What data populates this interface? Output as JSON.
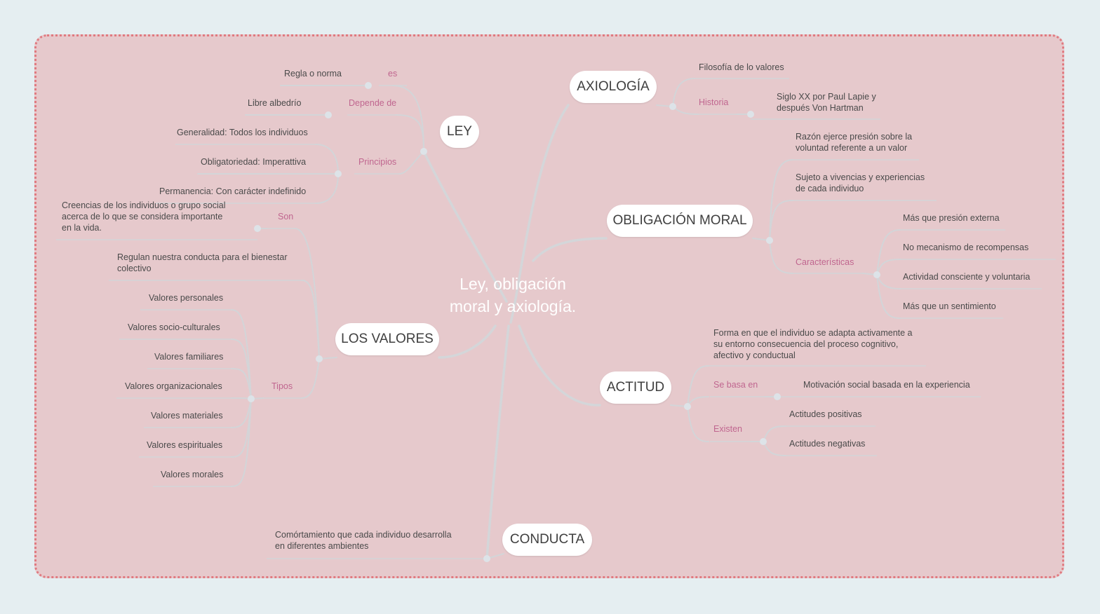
{
  "center_title": [
    "Ley, obligación",
    "moral y axiología."
  ],
  "topics": {
    "ley": "LEY",
    "axiologia": "AXIOLOGÍA",
    "obligacion": "OBLIGACIÓN MORAL",
    "valores": "LOS VALORES",
    "actitud": "ACTITUD",
    "conducta": "CONDUCTA"
  },
  "ley": {
    "es_label": "es",
    "es_value": "Regla o norma",
    "depende_label": "Depende de",
    "depende_value": "Libre albedrío",
    "principios_label": "Principios",
    "principios": [
      "Generalidad: Todos los individuos",
      "Obligatoriedad: Imperattiva",
      "Permanencia: Con carácter indefinido"
    ]
  },
  "axiologia": {
    "definition": "Filosofía de lo valores",
    "historia_label": "Historia",
    "historia": [
      "Siglo XX por Paul Lapie y",
      "después Von Hartman"
    ]
  },
  "obligacion": {
    "item1": [
      "Razón ejerce presión sobre la",
      "voluntad referente a un valor"
    ],
    "item2": [
      "Sujeto a vivencias y experiencias",
      "de cada individuo"
    ],
    "caracteristicas_label": "Características",
    "caracteristicas": [
      "Más que presión externa",
      "No mecanismo de recompensas",
      "Actividad consciente y voluntaria",
      "Más que un sentimiento"
    ]
  },
  "valores": {
    "son_label": "Son",
    "son": [
      "Creencias de los individuos o grupo social",
      "acerca de lo que se considera importante",
      "en la vida."
    ],
    "regulan": [
      "Regulan nuestra conducta para el bienestar",
      "colectivo"
    ],
    "tipos_label": "Tipos",
    "tipos": [
      "Valores personales",
      "Valores socio-culturales",
      "Valores familiares",
      "Valores organizacionales",
      "Valores materiales",
      "Valores espirituales",
      "Valores morales"
    ]
  },
  "actitud": {
    "definition": [
      "Forma en que el individuo se adapta activamente a",
      "su entorno consecuencia del proceso cognitivo,",
      "afectivo y conductual"
    ],
    "se_basa_label": "Se basa en",
    "se_basa_value": "Motivación social basada en la experiencia",
    "existen_label": "Existen",
    "existen": [
      "Actitudes positivas",
      "Actitudes negativas"
    ]
  },
  "conducta": {
    "definition": [
      "Comórtamiento que cada individuo desarrolla",
      "en diferentes ambientes"
    ]
  },
  "colors": {
    "background": "#e5eef1",
    "board": "#e6c9cc",
    "border": "#e07a80",
    "label": "#c0668f",
    "line": "#d3d5d8"
  }
}
